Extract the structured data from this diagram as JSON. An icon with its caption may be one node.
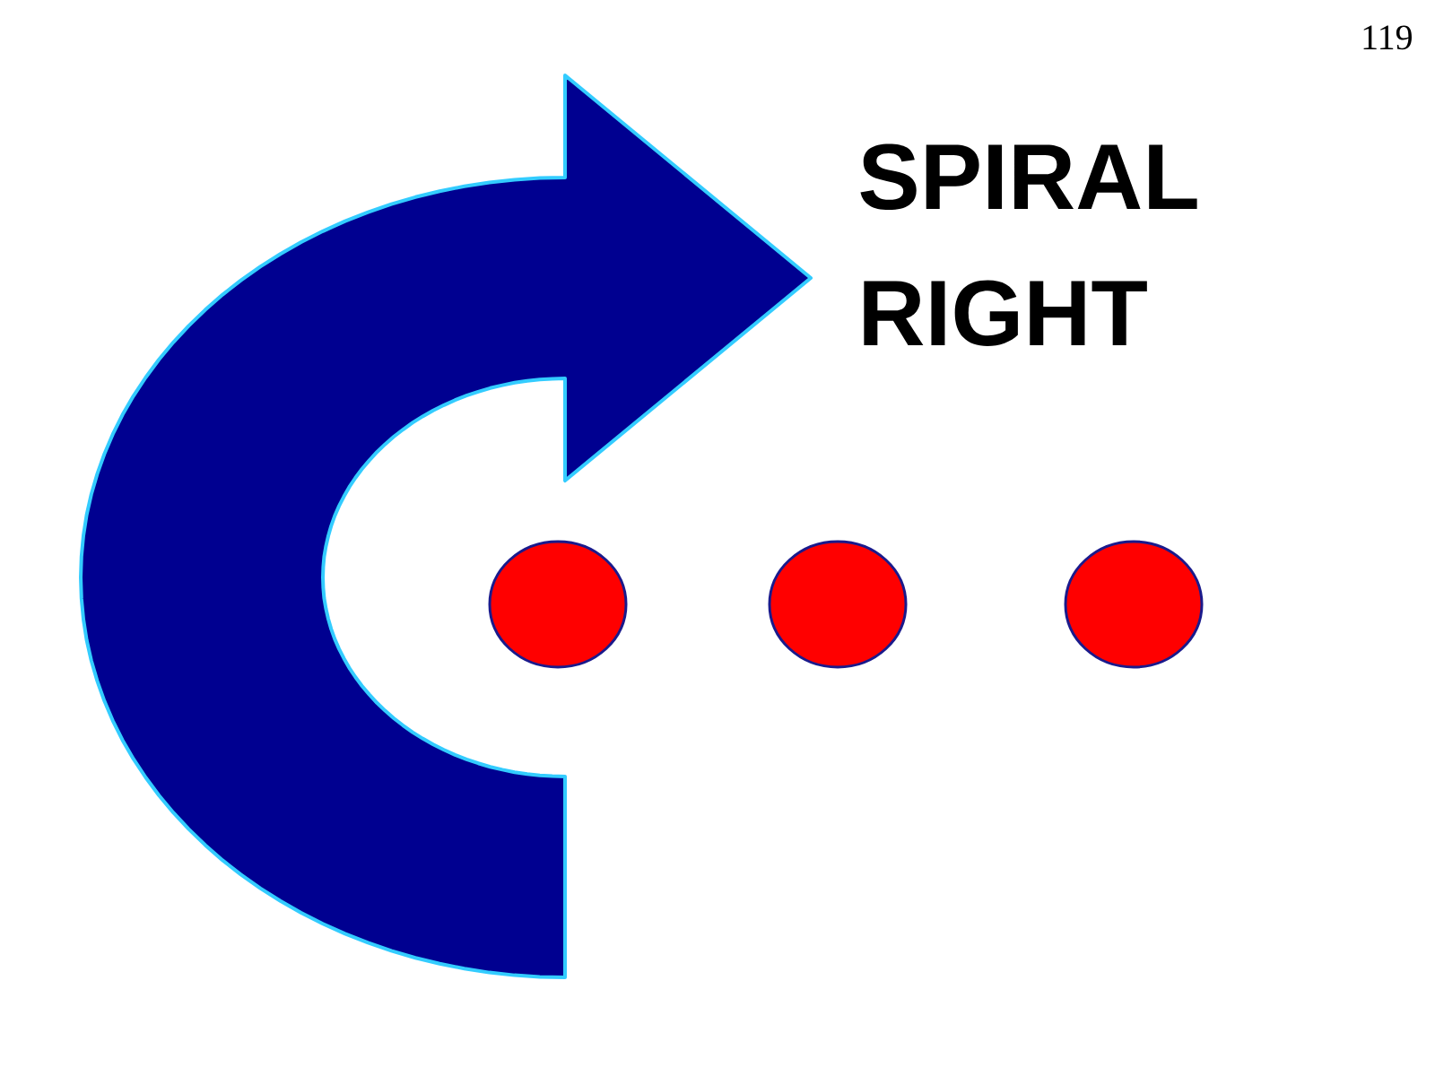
{
  "diagram": {
    "title": "SPIRAL RIGHT",
    "nodes": [
      {
        "text": [],
        "shape": "circle"
      },
      {
        "text": [],
        "shape": "circle"
      },
      {
        "text": [],
        "shape": "circle"
      }
    ],
    "labels": [
      "119"
    ]
  }
}
